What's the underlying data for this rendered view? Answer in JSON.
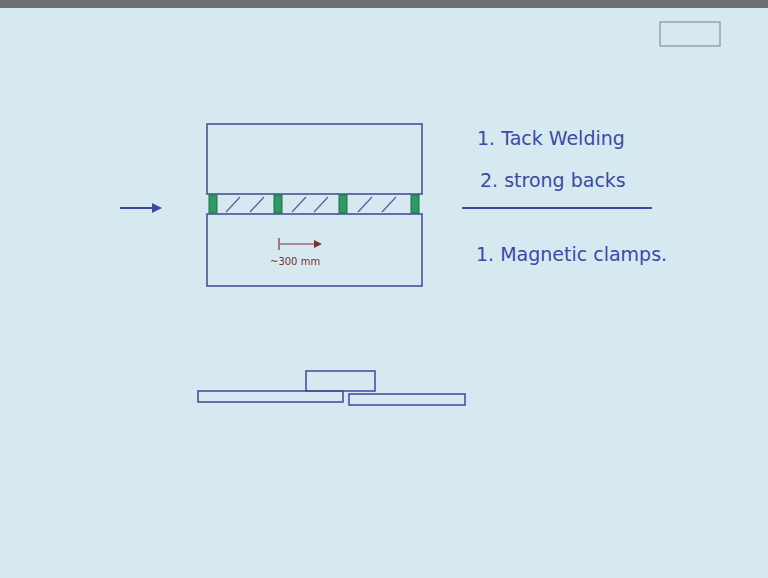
{
  "diagram": {
    "labels": [
      "1. Tack Welding",
      "2. strong backs",
      "1. Magnetic clamps.",
      "~300 mm"
    ]
  }
}
